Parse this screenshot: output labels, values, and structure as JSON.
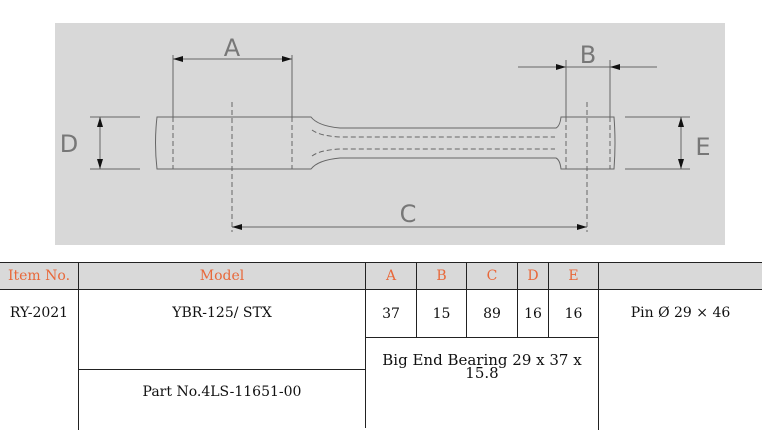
{
  "diagram": {
    "labels": {
      "a": "A",
      "b": "B",
      "c": "C",
      "d": "D",
      "e": "E"
    }
  },
  "table": {
    "headers": {
      "item": "Item No.",
      "model": "Model",
      "a": "A",
      "b": "B",
      "c": "C",
      "d": "D",
      "e": "E",
      "extra": ""
    },
    "row": {
      "item": "RY-2021",
      "model": "YBR-125/ STX",
      "a": "37",
      "b": "15",
      "c": "89",
      "d": "16",
      "e": "16",
      "pin": "Pin Ø 29 × 46",
      "part_no": "Part No.4LS-11651-00",
      "bearing": "Big End Bearing 29 x 37 x 15.8"
    }
  },
  "colors": {
    "header_text": "#e8683a",
    "header_bg": "#d9d9d9",
    "diagram_bg": "#d8d8d8"
  }
}
